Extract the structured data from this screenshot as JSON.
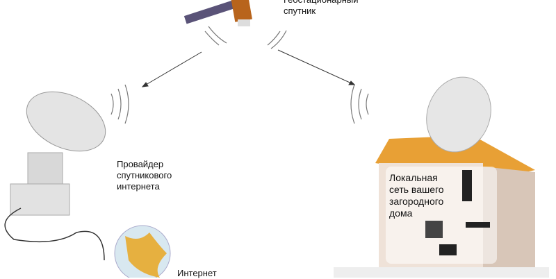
{
  "satellite": {
    "label_line1": "Геостационарный",
    "label_line2": "спутник"
  },
  "provider": {
    "label_line1": "Провайдер",
    "label_line2": "спутникового",
    "label_line3": "интернета"
  },
  "home": {
    "label_line1": "Локальная",
    "label_line2": "сеть вашего",
    "label_line3": "загородного",
    "label_line4": "дома"
  },
  "internet": {
    "label": "Интернет"
  }
}
